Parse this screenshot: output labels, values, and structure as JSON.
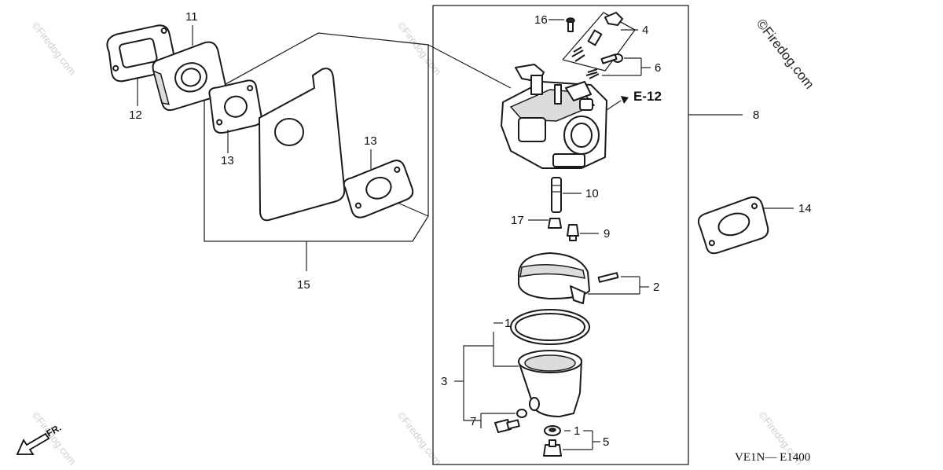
{
  "diagram": {
    "labels": {
      "p1a": "1",
      "p1b": "1",
      "p2": "2",
      "p3": "3",
      "p4": "4",
      "p5": "5",
      "p6": "6",
      "p7": "7",
      "p8": "8",
      "p9": "9",
      "p10": "10",
      "p11": "11",
      "p12": "12",
      "p13a": "13",
      "p13b": "13",
      "p14": "14",
      "p15": "15",
      "p16": "16",
      "p17": "17"
    },
    "ref_link": "E-12",
    "drawing_code": "VE1N— E1400",
    "direction_label": "FR.",
    "watermark_main": "©Firedog.com",
    "watermark_faint": "©Firedog.com"
  }
}
